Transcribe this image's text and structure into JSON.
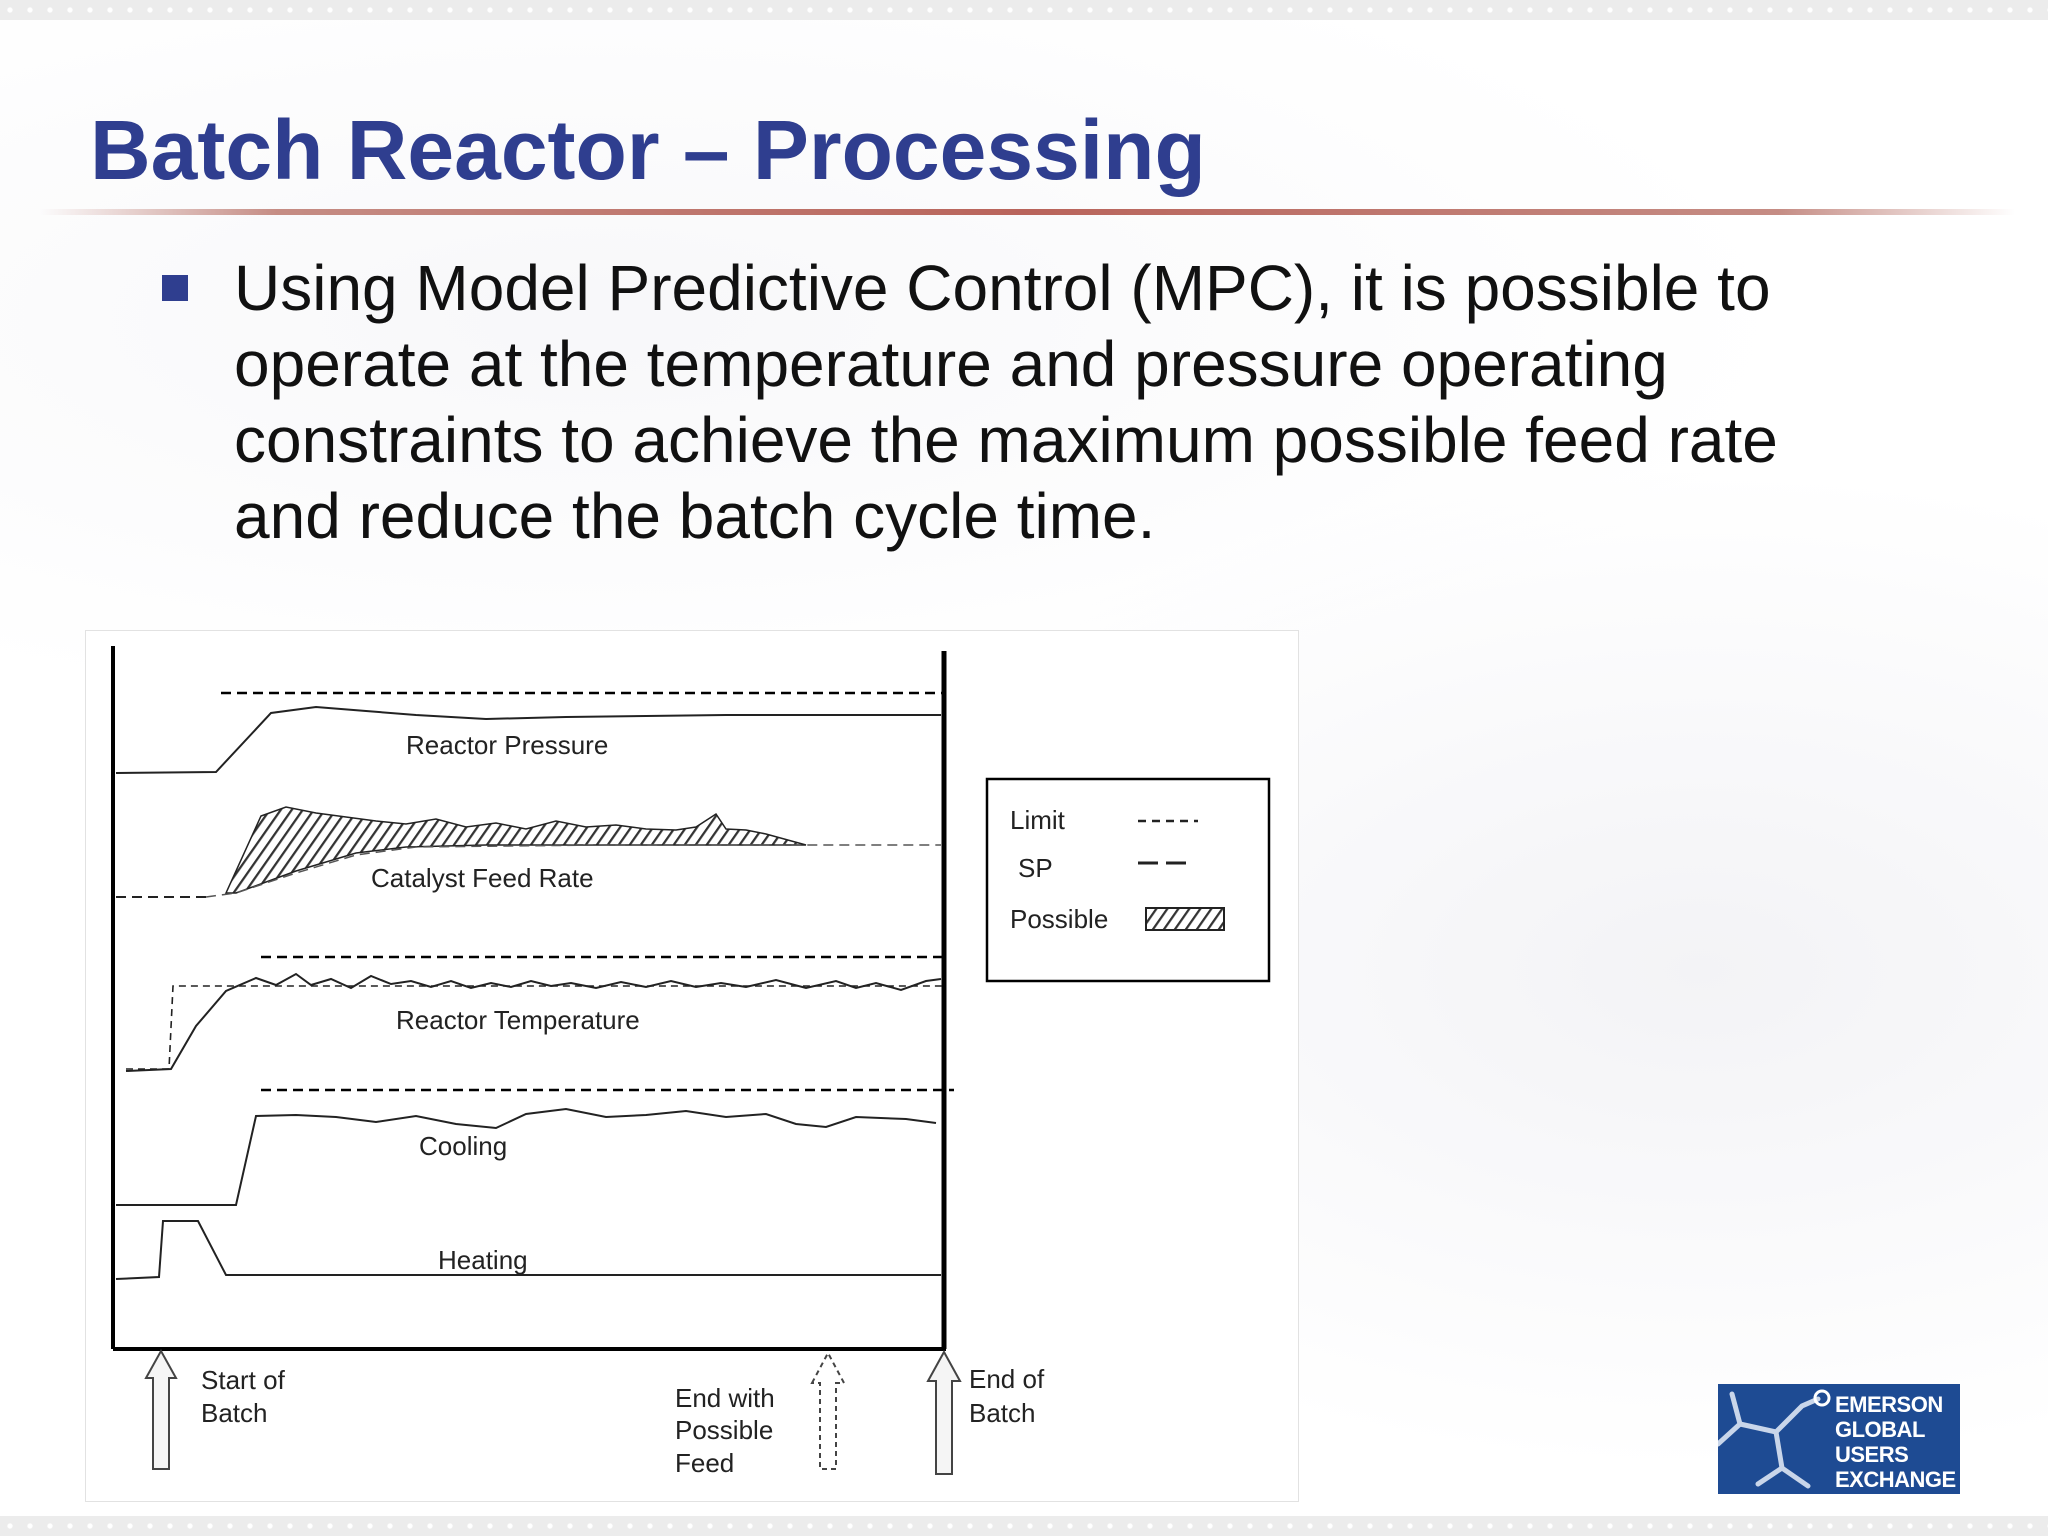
{
  "slide": {
    "title": "Batch Reactor – Processing",
    "bullet_text": "Using Model Predictive Control (MPC), it is possible to operate at the temperature and pressure operating constraints to achieve the maximum possible feed rate and reduce the batch cycle time."
  },
  "diagram": {
    "traces": {
      "reactor_pressure": "Reactor Pressure",
      "catalyst_feed_rate": "Catalyst Feed Rate",
      "reactor_temperature": "Reactor Temperature",
      "cooling": "Cooling",
      "heating": "Heating"
    },
    "legend": {
      "limit": "Limit",
      "sp": "SP",
      "possible": "Possible"
    },
    "markers": {
      "start_line1": "Start of",
      "start_line2": "Batch",
      "end_feed_line1": "End with",
      "end_feed_line2": "Possible",
      "end_feed_line3": "Feed",
      "end_line1": "End of",
      "end_line2": "Batch"
    }
  },
  "logo": {
    "line1": "EMERSON",
    "line2": "GLOBAL",
    "line3": "USERS",
    "line4": "EXCHANGE",
    "background_color": "#1e4b93"
  },
  "colors": {
    "title": "#2f3e8f",
    "title_rule": "#b9645b",
    "bullet": "#2f3e8f"
  }
}
